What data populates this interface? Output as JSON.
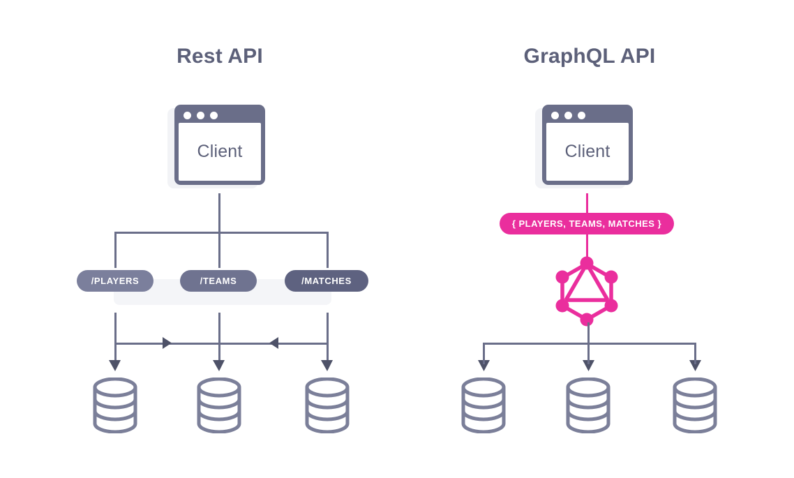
{
  "meta": {
    "background_color": "#ffffff",
    "ink_color": "#6a6e89",
    "title_color": "#5c6079",
    "accent_pink": "#ea2e9d"
  },
  "rest": {
    "title": "Rest API",
    "client": {
      "label": "Client",
      "dots": [
        "window-dot",
        "window-dot",
        "window-dot"
      ]
    },
    "endpoints": [
      {
        "label": "/PLAYERS",
        "color": "#7b7f9c"
      },
      {
        "label": "/TEAMS",
        "color": "#6f7390"
      },
      {
        "label": "/MATCHES",
        "color": "#5e6280"
      }
    ],
    "databases": [
      "database-icon",
      "database-icon",
      "database-icon"
    ]
  },
  "graphql": {
    "title": "GraphQL API",
    "client": {
      "label": "Client",
      "dots": [
        "window-dot",
        "window-dot",
        "window-dot"
      ]
    },
    "query": {
      "label": "{ PLAYERS, TEAMS, MATCHES }",
      "color": "#ea2e9d"
    },
    "logo": {
      "name": "graphql-logo",
      "color": "#ea2e9d"
    },
    "databases": [
      "database-icon",
      "database-icon",
      "database-icon"
    ]
  }
}
